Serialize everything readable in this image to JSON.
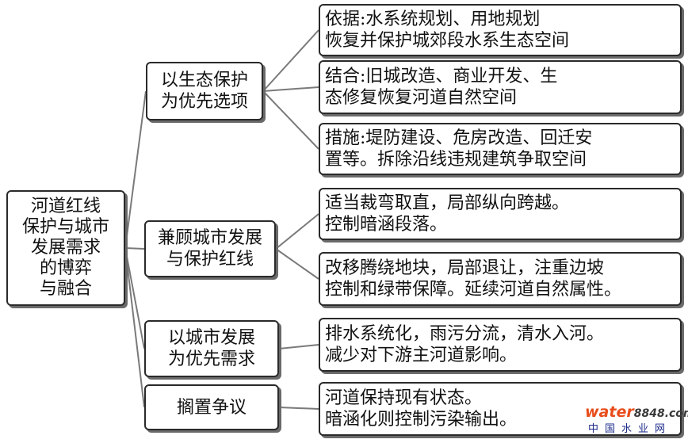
{
  "root": {
    "lines": [
      "河道红线",
      "保护与城市",
      "发展需求",
      "的博弈",
      "与融合"
    ]
  },
  "branches": [
    {
      "lines": [
        "以生态保护",
        "为优先选项"
      ],
      "leaves": [
        [
          "依据:水系统规划、用地规划",
          "恢复并保护城郊段水系生态空间"
        ],
        [
          "结合:旧城改造、商业开发、生",
          "态修复恢复河道自然空间"
        ],
        [
          "措施:堤防建设、危房改造、回迁安",
          "置等。拆除沿线违规建筑争取空间"
        ]
      ]
    },
    {
      "lines": [
        "兼顾城市发展",
        "与保护红线"
      ],
      "leaves": [
        [
          "适当裁弯取直，局部纵向跨越。",
          "控制暗涵段落。"
        ],
        [
          "改移腾绕地块，局部退让，注重边坡",
          "控制和绿带保障。延续河道自然属性。"
        ]
      ]
    },
    {
      "lines": [
        "以城市发展",
        "为优先需求"
      ],
      "leaves": [
        [
          "排水系统化，雨污分流，清水入河。",
          "减少对下游主河道影响。"
        ]
      ]
    },
    {
      "lines": [
        "搁置争议"
      ],
      "leaves": [
        [
          "河道保持现有状态。",
          "暗涵化则控制污染输出。"
        ]
      ]
    }
  ],
  "watermark": {
    "logo": "water",
    "number": "8848",
    "suffix": ".com",
    "subtitle": "中国水业网"
  }
}
